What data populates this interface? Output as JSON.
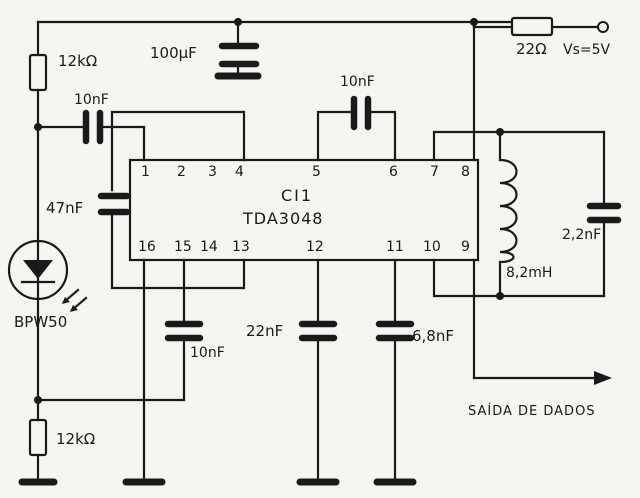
{
  "labels": {
    "r_top": "12kΩ",
    "c_input": "10nF",
    "c_supply": "100µF",
    "c_top_center": "10nF",
    "r_supply": "22Ω",
    "supply": "Vs=5V",
    "c_47": "47nF",
    "ic_name": "CI1",
    "ic_part": "TDA3048",
    "diode": "BPW50",
    "c_lower_left": "10nF",
    "c_22": "22nF",
    "c_68": "6,8nF",
    "c_22_right": "2,2nF",
    "inductor": "8,2mH",
    "output": "SAÍDA DE DADOS",
    "r_bottom": "12kΩ"
  },
  "pins": {
    "p1": "1",
    "p2": "2",
    "p3": "3",
    "p4": "4",
    "p5": "5",
    "p6": "6",
    "p7": "7",
    "p8": "8",
    "p16": "16",
    "p15": "15",
    "p14": "14",
    "p13": "13",
    "p12": "12",
    "p11": "11",
    "p10": "10",
    "p9": "9"
  }
}
